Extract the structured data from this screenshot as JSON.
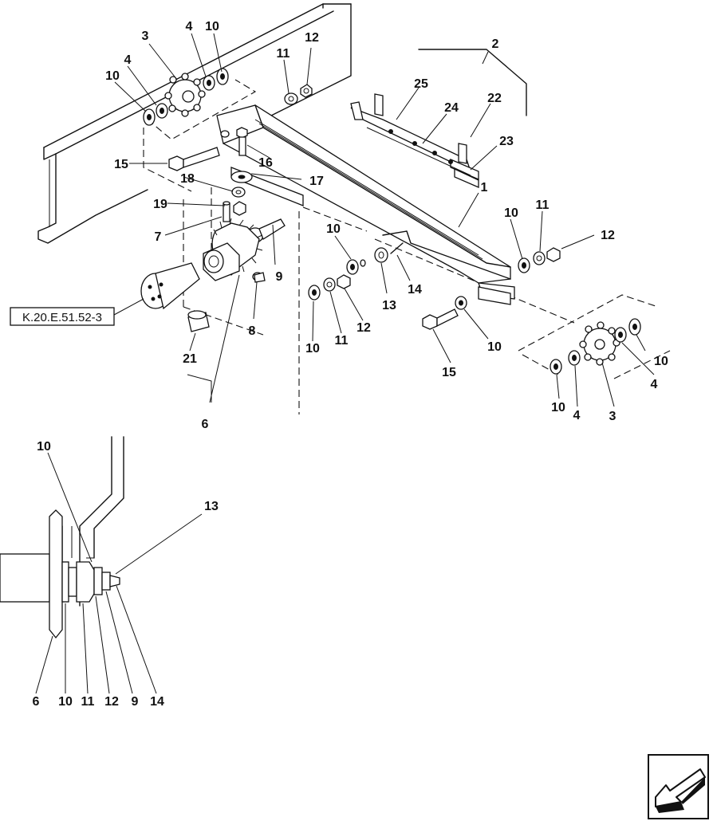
{
  "diagram": {
    "reference_box": "K.20.E.51.52-3",
    "callouts_upper": [
      "3",
      "4",
      "10",
      "4",
      "10",
      "11",
      "12",
      "2",
      "25",
      "24",
      "22",
      "23",
      "15",
      "16",
      "17",
      "18",
      "19",
      "7",
      "9",
      "1",
      "10",
      "11",
      "12",
      "10",
      "14",
      "13",
      "10",
      "11",
      "12",
      "15",
      "10",
      "8",
      "21",
      "6",
      "10",
      "4",
      "3",
      "10",
      "4"
    ],
    "callouts_lower": [
      "10",
      "13",
      "6",
      "10",
      "11",
      "12",
      "9",
      "14"
    ]
  }
}
